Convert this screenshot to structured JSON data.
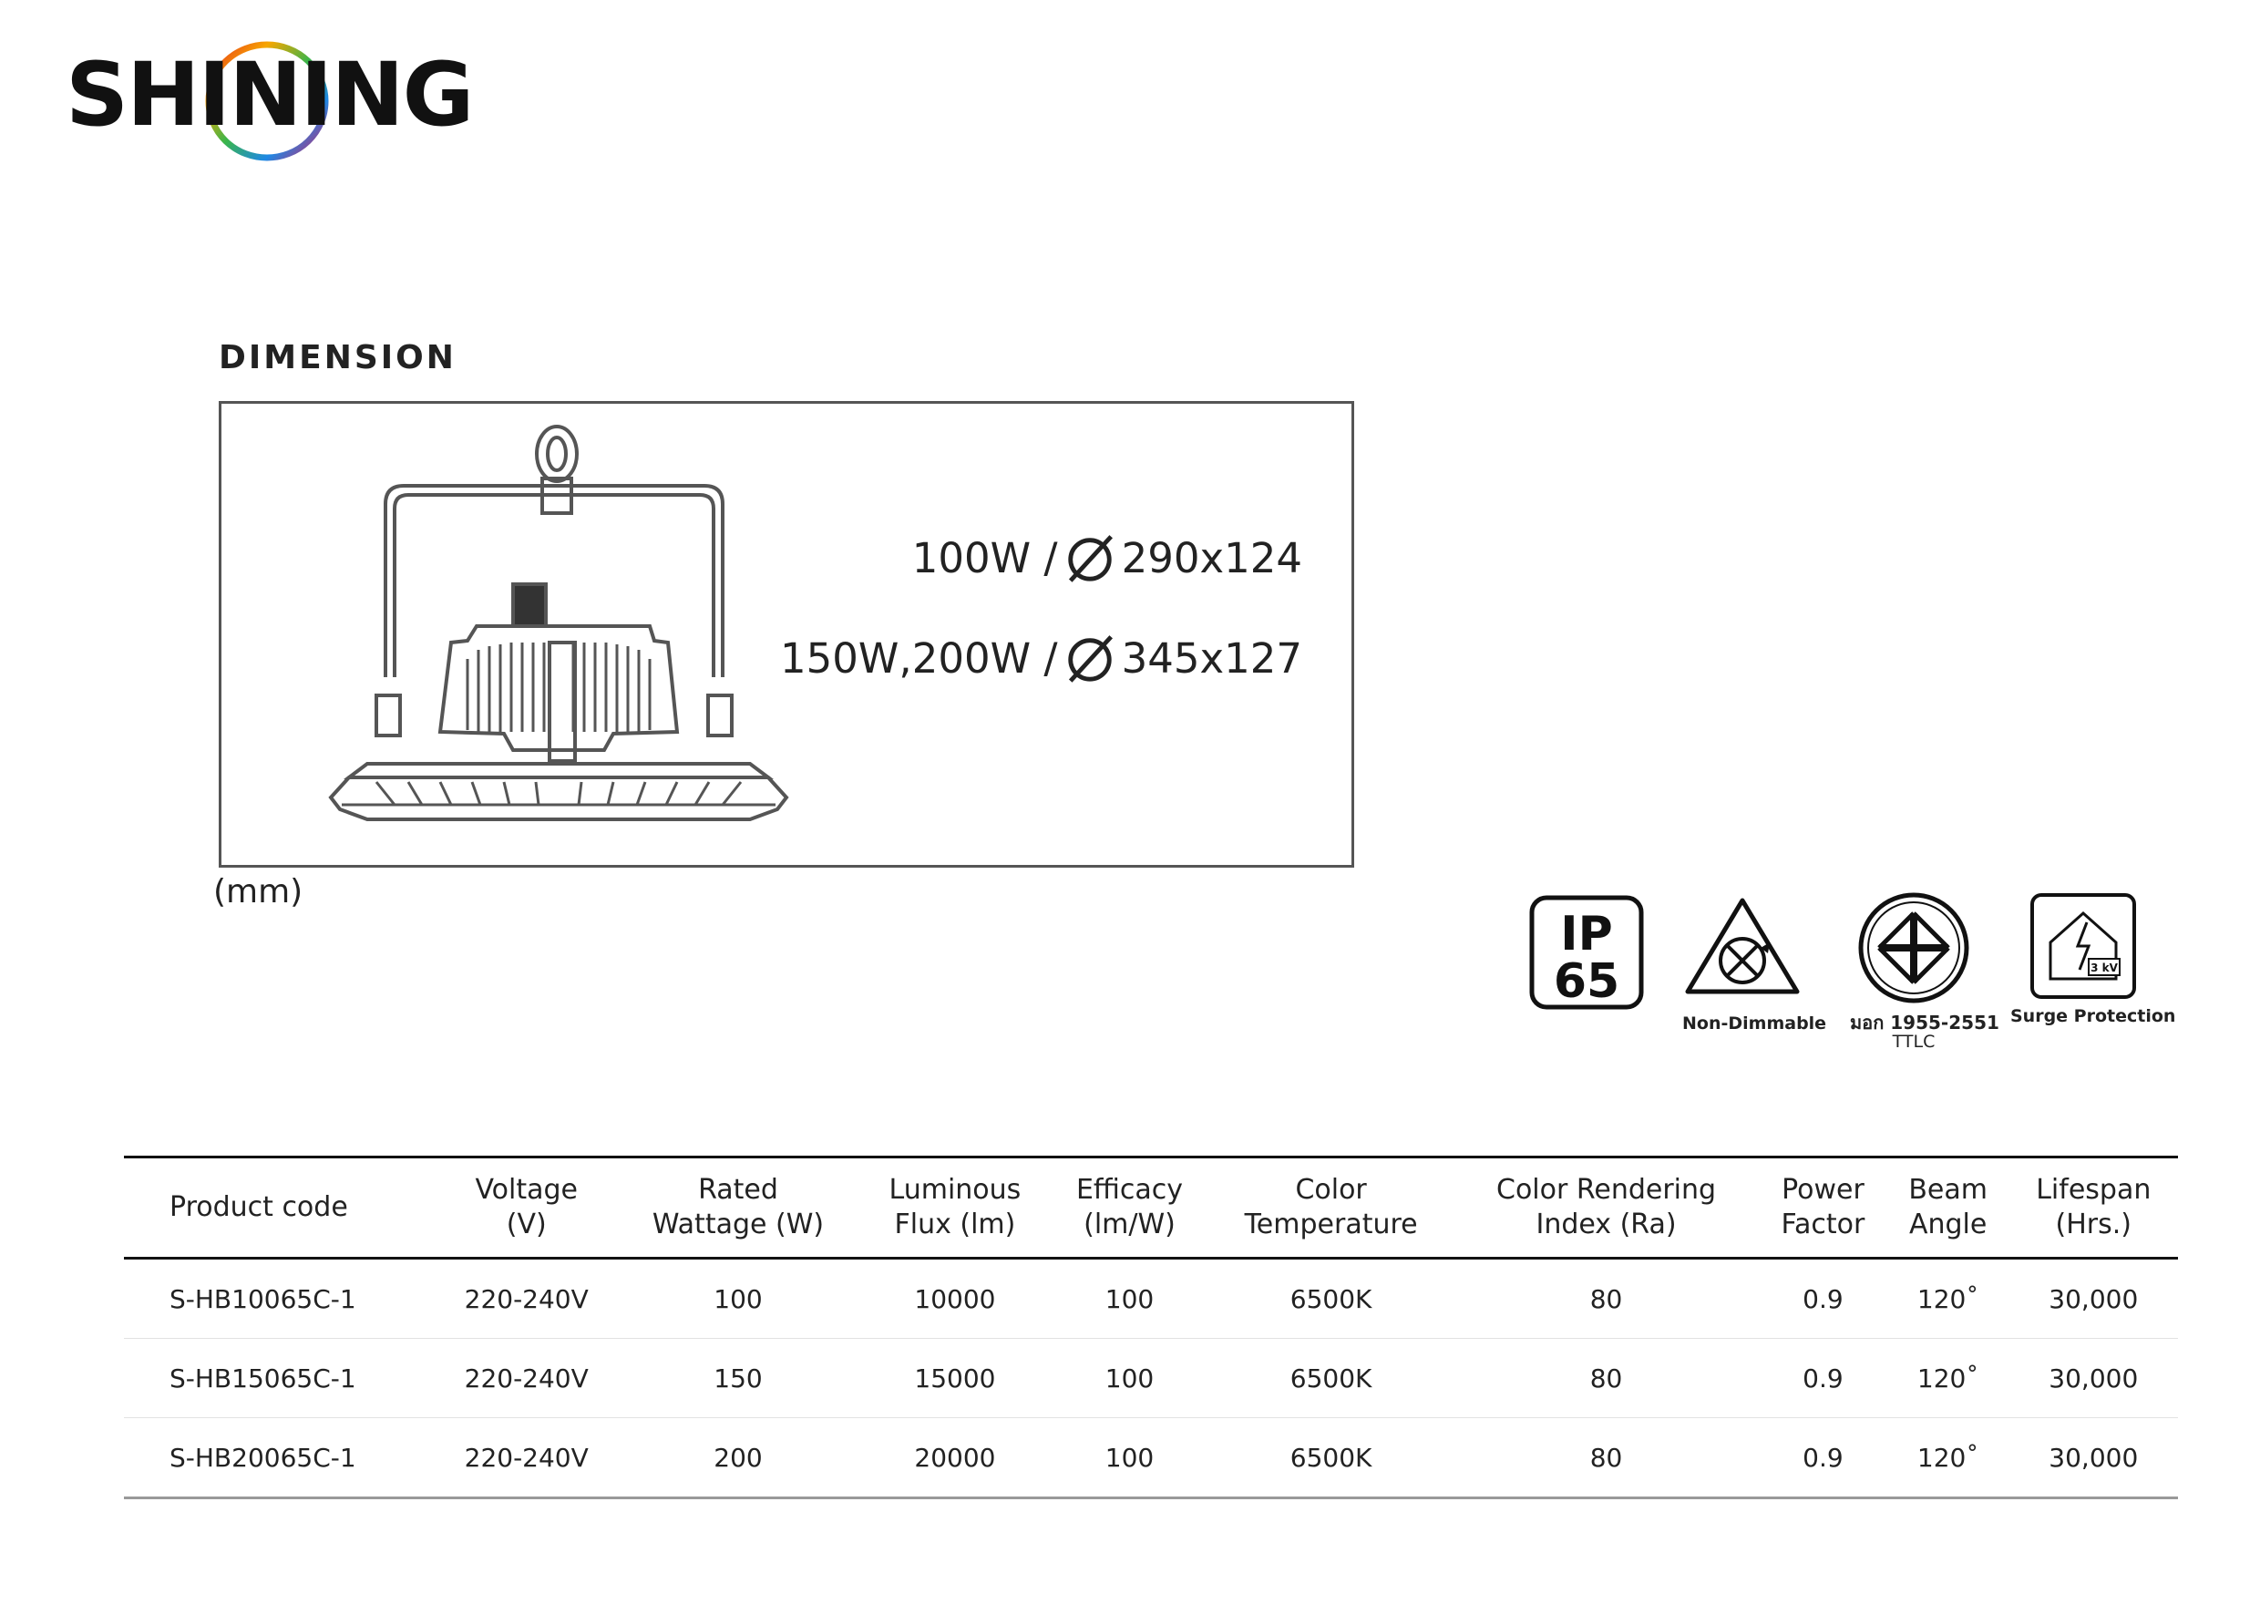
{
  "brand": {
    "name": "SHINING"
  },
  "dimension": {
    "title": "DIMENSION",
    "unit": "(mm)",
    "specs": [
      {
        "wattage": "100W /",
        "size": "290x124"
      },
      {
        "wattage": "150W,200W /",
        "size": "345x127"
      }
    ]
  },
  "certifications": [
    {
      "icon": "ip65-icon",
      "label_top": "IP",
      "label_bottom": "65",
      "caption": ""
    },
    {
      "icon": "non-dimmable-icon",
      "caption": "Non-Dimmable"
    },
    {
      "icon": "tis-certification-icon",
      "caption": "มอก 1955-2551",
      "sub_caption": "TTLC"
    },
    {
      "icon": "surge-protection-icon",
      "badge": "3 kV",
      "caption": "Surge Protection"
    }
  ],
  "table": {
    "headers": [
      "Product code",
      "Voltage\n(V)",
      "Rated\nWattage (W)",
      "Luminous\nFlux (lm)",
      "Efficacy\n(lm/W)",
      "Color\nTemperature",
      "Color Rendering\nIndex (Ra)",
      "Power\nFactor",
      "Beam\nAngle",
      "Lifespan\n(Hrs.)"
    ],
    "rows": [
      [
        "S-HB10065C-1",
        "220-240V",
        "100",
        "10000",
        "100",
        "6500K",
        "80",
        "0.9",
        "120˚",
        "30,000"
      ],
      [
        "S-HB15065C-1",
        "220-240V",
        "150",
        "15000",
        "100",
        "6500K",
        "80",
        "0.9",
        "120˚",
        "30,000"
      ],
      [
        "S-HB20065C-1",
        "220-240V",
        "200",
        "20000",
        "100",
        "6500K",
        "80",
        "0.9",
        "120˚",
        "30,000"
      ]
    ]
  }
}
